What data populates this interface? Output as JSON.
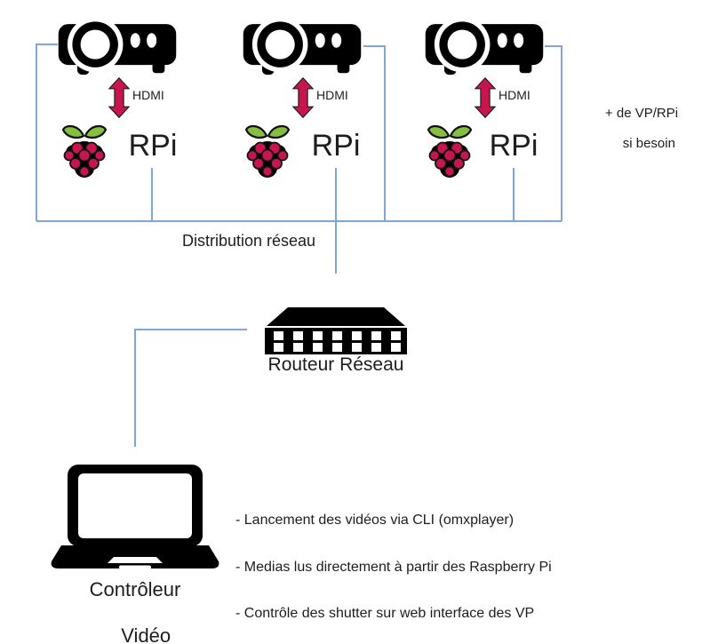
{
  "diagram": {
    "groups": [
      {
        "hdmi_label": "HDMI",
        "rpi_label": "RPi"
      },
      {
        "hdmi_label": "HDMI",
        "rpi_label": "RPi"
      },
      {
        "hdmi_label": "HDMI",
        "rpi_label": "RPi"
      }
    ],
    "bus_label": "Distribution réseau",
    "router_label": "Routeur Réseau",
    "controller_label_line1": "Contrôleur",
    "controller_label_line2": "Vidéo",
    "side_note_line1": "+ de VP/RPi",
    "side_note_line2": "si besoin",
    "notes": [
      "- Lancement des vidéos via CLI (omxplayer)",
      "- Medias lus directement à partir des Raspberry Pi",
      "- Contrôle des shutter sur web interface des VP"
    ],
    "icons": {
      "projector": "projector-icon",
      "hdmi_arrow": "double-arrow-icon",
      "raspberry": "raspberry-pi-icon",
      "router": "network-switch-icon",
      "laptop": "laptop-icon"
    },
    "colors": {
      "connector_blue": "#7ea6d8",
      "raspberry_red": "#c5174e",
      "leaf_green": "#86bf3f",
      "icon_black": "#000000",
      "text": "#1d1d1d"
    }
  }
}
